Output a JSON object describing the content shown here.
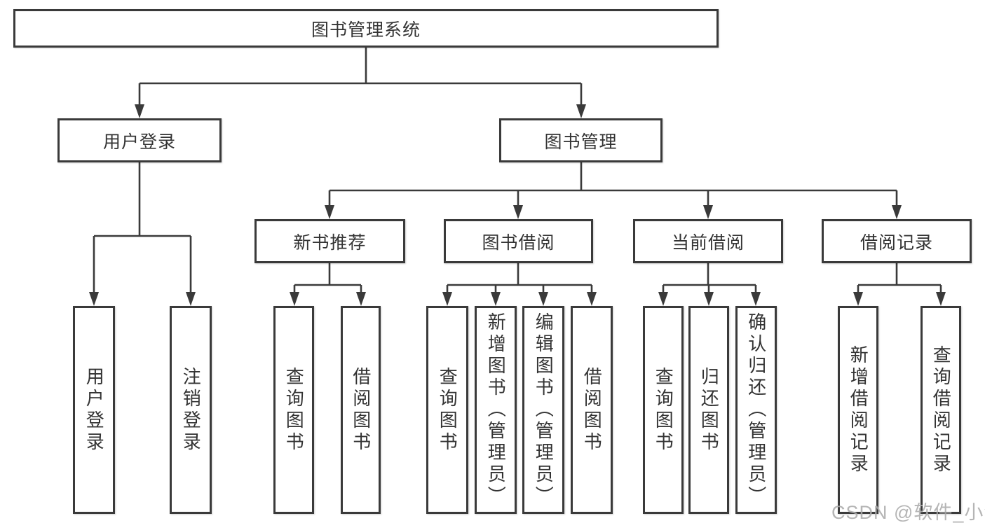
{
  "tree": {
    "label": "图书管理系统",
    "children": [
      {
        "label": "用户登录",
        "children": [
          {
            "label": "用户登录"
          },
          {
            "label": "注销登录"
          }
        ]
      },
      {
        "label": "图书管理",
        "children": [
          {
            "label": "新书推荐",
            "children": [
              {
                "label": "查询图书"
              },
              {
                "label": "借阅图书"
              }
            ]
          },
          {
            "label": "图书借阅",
            "children": [
              {
                "label": "查询图书"
              },
              {
                "label": "新增图书（管理员）"
              },
              {
                "label": "编辑图书（管理员）"
              },
              {
                "label": "借阅图书"
              }
            ]
          },
          {
            "label": "当前借阅",
            "children": [
              {
                "label": "查询图书"
              },
              {
                "label": "归还图书"
              },
              {
                "label": "确认归还（管理员）"
              }
            ]
          },
          {
            "label": "借阅记录",
            "children": [
              {
                "label": "新增借阅记录"
              },
              {
                "label": "查询借阅记录"
              }
            ]
          }
        ]
      }
    ]
  },
  "watermark": {
    "text": "CSDN @软件_小贺同学",
    "color": "#ababab"
  },
  "colors": {
    "stroke": "#3a3a3a",
    "background": "#ffffff",
    "text": "#333333"
  }
}
